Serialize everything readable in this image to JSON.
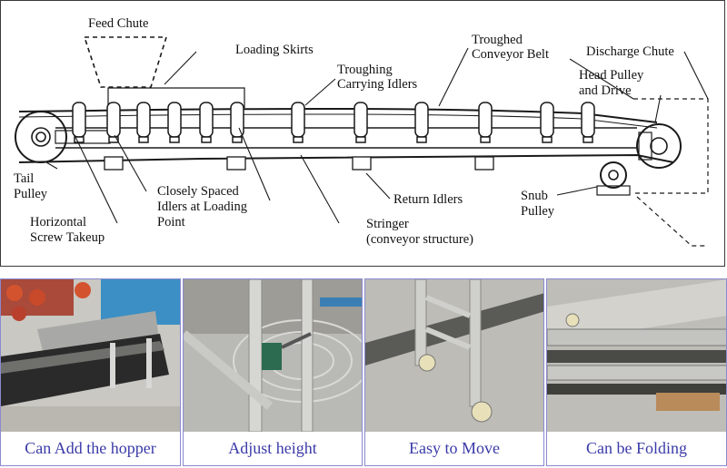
{
  "diagram": {
    "labels": {
      "feed_chute": "Feed Chute",
      "loading_skirts": "Loading Skirts",
      "troughed_belt_1": "Troughed",
      "troughed_belt_2": "Conveyor Belt",
      "discharge_chute": "Discharge Chute",
      "head_pulley_1": "Head Pulley",
      "head_pulley_2": "and Drive",
      "troughing_idlers_1": "Troughing",
      "troughing_idlers_2": "Carrying Idlers",
      "tail_pulley_1": "Tail",
      "tail_pulley_2": "Pulley",
      "screw_takeup_1": "Horizontal",
      "screw_takeup_2": "Screw Takeup",
      "closely_spaced_1": "Closely Spaced",
      "closely_spaced_2": "Idlers at Loading",
      "closely_spaced_3": "Point",
      "return_idlers": "Return Idlers",
      "snub_pulley_1": "Snub",
      "snub_pulley_2": "Pulley",
      "stringer_1": "Stringer",
      "stringer_2": "(conveyor structure)"
    }
  },
  "features": [
    {
      "caption": "Can Add the hopper",
      "icon": "hopper-photo"
    },
    {
      "caption": "Adjust height",
      "icon": "height-crank-photo"
    },
    {
      "caption": "Easy to Move",
      "icon": "caster-wheel-photo"
    },
    {
      "caption": "Can be Folding",
      "icon": "folded-frame-photo"
    }
  ],
  "colors": {
    "caption": "#3a3aa8",
    "card_border": "#8a8ad0"
  }
}
